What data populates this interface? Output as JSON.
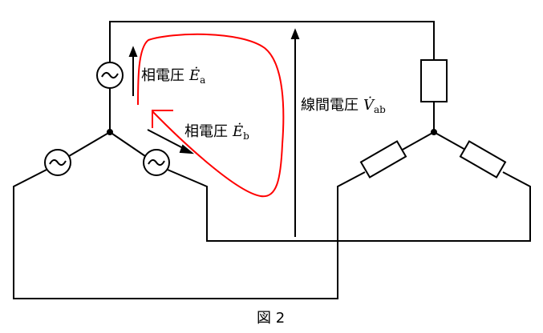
{
  "labels": {
    "phase_a": {
      "text": "相電圧",
      "symbol": "Ė",
      "sub": "a"
    },
    "phase_b": {
      "text": "相電圧",
      "symbol": "Ė",
      "sub": "b"
    },
    "line_ab": {
      "text": "線間電圧",
      "symbol": "V̇",
      "sub": "ab"
    }
  },
  "caption": "図 2",
  "colors": {
    "wire": "#000000",
    "loop": "#ff0000"
  }
}
